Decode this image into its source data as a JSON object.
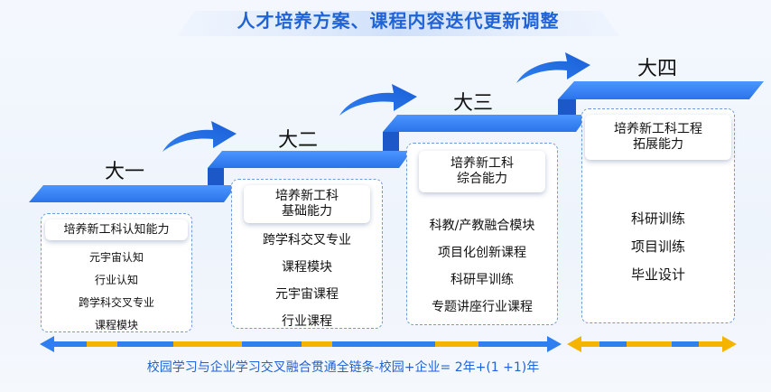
{
  "title": "人才培养方案、课程内容迭代更新调整",
  "stages": [
    {
      "year": "大一",
      "heading": "培养新工科认知能力",
      "items": [
        "元宇宙认知",
        "行业认知",
        "跨学科交叉专业",
        "课程模块"
      ]
    },
    {
      "year": "大二",
      "heading_lines": [
        "培养新工科",
        "基础能力"
      ],
      "items": [
        "跨学科交叉专业",
        "课程模块",
        "元宇宙课程",
        "行业课程"
      ]
    },
    {
      "year": "大三",
      "heading_lines": [
        "培养新工科",
        "综合能力"
      ],
      "items": [
        "科教/产教融合模块",
        "项目化创新课程",
        "科研早训练",
        "专题讲座行业课程"
      ]
    },
    {
      "year": "大四",
      "heading_lines": [
        "培养新工科工程",
        "拓展能力"
      ],
      "items": [
        "科研训练",
        "项目训练",
        "毕业设计"
      ]
    }
  ],
  "footer": "校园学习与企业学习交叉融合贯通全链条-校园+企业= 2年+(1 +1)年",
  "colors": {
    "accent": "#1f63d6",
    "step": "#2f7ff0",
    "stepDark": "#1a56c4",
    "orange": "#f5b400"
  }
}
